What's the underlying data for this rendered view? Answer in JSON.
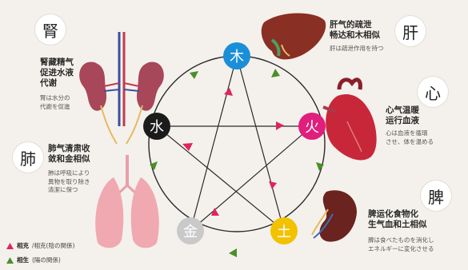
{
  "colors": {
    "background": "#f4f1ec",
    "wood": "#1a8fd8",
    "fire": "#e01e7c",
    "earth": "#f2c200",
    "metal": "#c9c9c9",
    "water": "#1b1b1b",
    "controlling_arrow": "#e0245e",
    "generating_arrow": "#4a8f2a"
  },
  "elements": {
    "wood": "木",
    "fire": "火",
    "earth": "土",
    "metal": "金",
    "water": "水"
  },
  "organs": {
    "kidney": {
      "char": "腎",
      "title": "腎藏精气\n促进水液\n代谢",
      "desc": "腎は水分の\n代謝を促進"
    },
    "liver": {
      "char": "肝",
      "title": "肝气的疏泄\n畅达和木相似",
      "desc": "肝は疏泄作用を持つ"
    },
    "heart": {
      "char": "心",
      "title": "心气温暖\n运行血液",
      "desc": "心は血液を循環\nさせ、体を温める"
    },
    "lung": {
      "char": "肺",
      "title": "肺气清肃收\n敛和金相似",
      "desc": "肺は呼吸により\n異物を取り除き\n清潔に保つ"
    },
    "spleen": {
      "char": "脾",
      "title": "脾运化食物化\n生气血和土相似",
      "desc": "脾は食べたものを消化し\nエネルギーに変化させる"
    }
  },
  "legend": {
    "controlling_label": "相克",
    "controlling_desc": "/相克(陰の関係)",
    "generating_label": "相生",
    "generating_desc": "(陽の関係)"
  }
}
